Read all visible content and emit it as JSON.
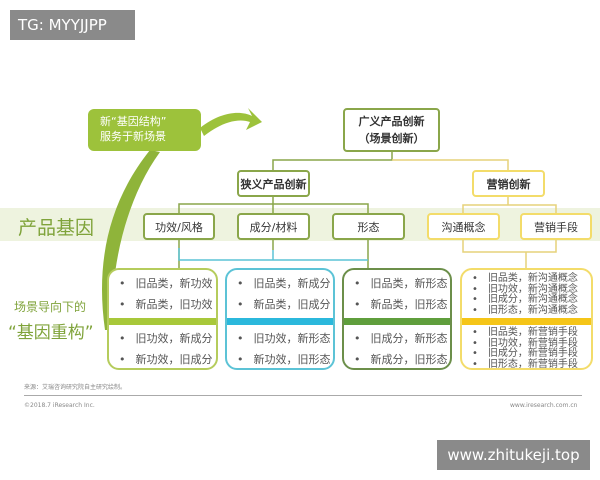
{
  "tg_label": "TG: MYYJJPP",
  "watermark": "www.zhitukeji.top",
  "callout": {
    "line1": "新“基因结构”",
    "line2": "服务于新场景"
  },
  "root": {
    "line1": "广义产品创新",
    "line2": "（场景创新）"
  },
  "narrow": "狭义产品创新",
  "marketing": "营销创新",
  "band_label": "产品基因",
  "genes": [
    "功效/风格",
    "成分/材料",
    "形态",
    "沟通概念",
    "营销手段"
  ],
  "side_label": {
    "line1": "场景导向下的",
    "line2": "“基因重构”"
  },
  "boxes": [
    {
      "color": "#a8c83a",
      "border": "#b5cc5c",
      "top": [
        "旧品类，新功效",
        "新品类，旧功效"
      ],
      "bottom": [
        "旧功效，新成分",
        "新功效，旧成分"
      ]
    },
    {
      "color": "#2bb8dc",
      "border": "#5cc3d6",
      "top": [
        "旧品类，新成分",
        "新品类，旧成分"
      ],
      "bottom": [
        "旧功效，新形态",
        "新功效，旧形态"
      ]
    },
    {
      "color": "#5f9e3c",
      "border": "#6c8f4a",
      "top": [
        "旧品类，新形态",
        "新品类，旧形态"
      ],
      "bottom": [
        "旧成分，新形态",
        "新成分，旧形态"
      ]
    },
    {
      "color": "#f5c518",
      "border": "#f3dc6a",
      "top": [
        "旧品类，新沟通概念",
        "旧功效，新沟通概念",
        "旧成分，新沟通概念",
        "旧形态，新沟通概念"
      ],
      "bottom": [
        "旧品类，新营销手段",
        "旧功效，新营销手段",
        "旧成分，新营销手段",
        "旧形态，新营销手段"
      ]
    }
  ],
  "footer": {
    "source": "来源：艾瑞咨询研究院自主研究绘制。",
    "copyright": "©2018.7 iResearch Inc.",
    "url": "www.iresearch.com.cn"
  }
}
